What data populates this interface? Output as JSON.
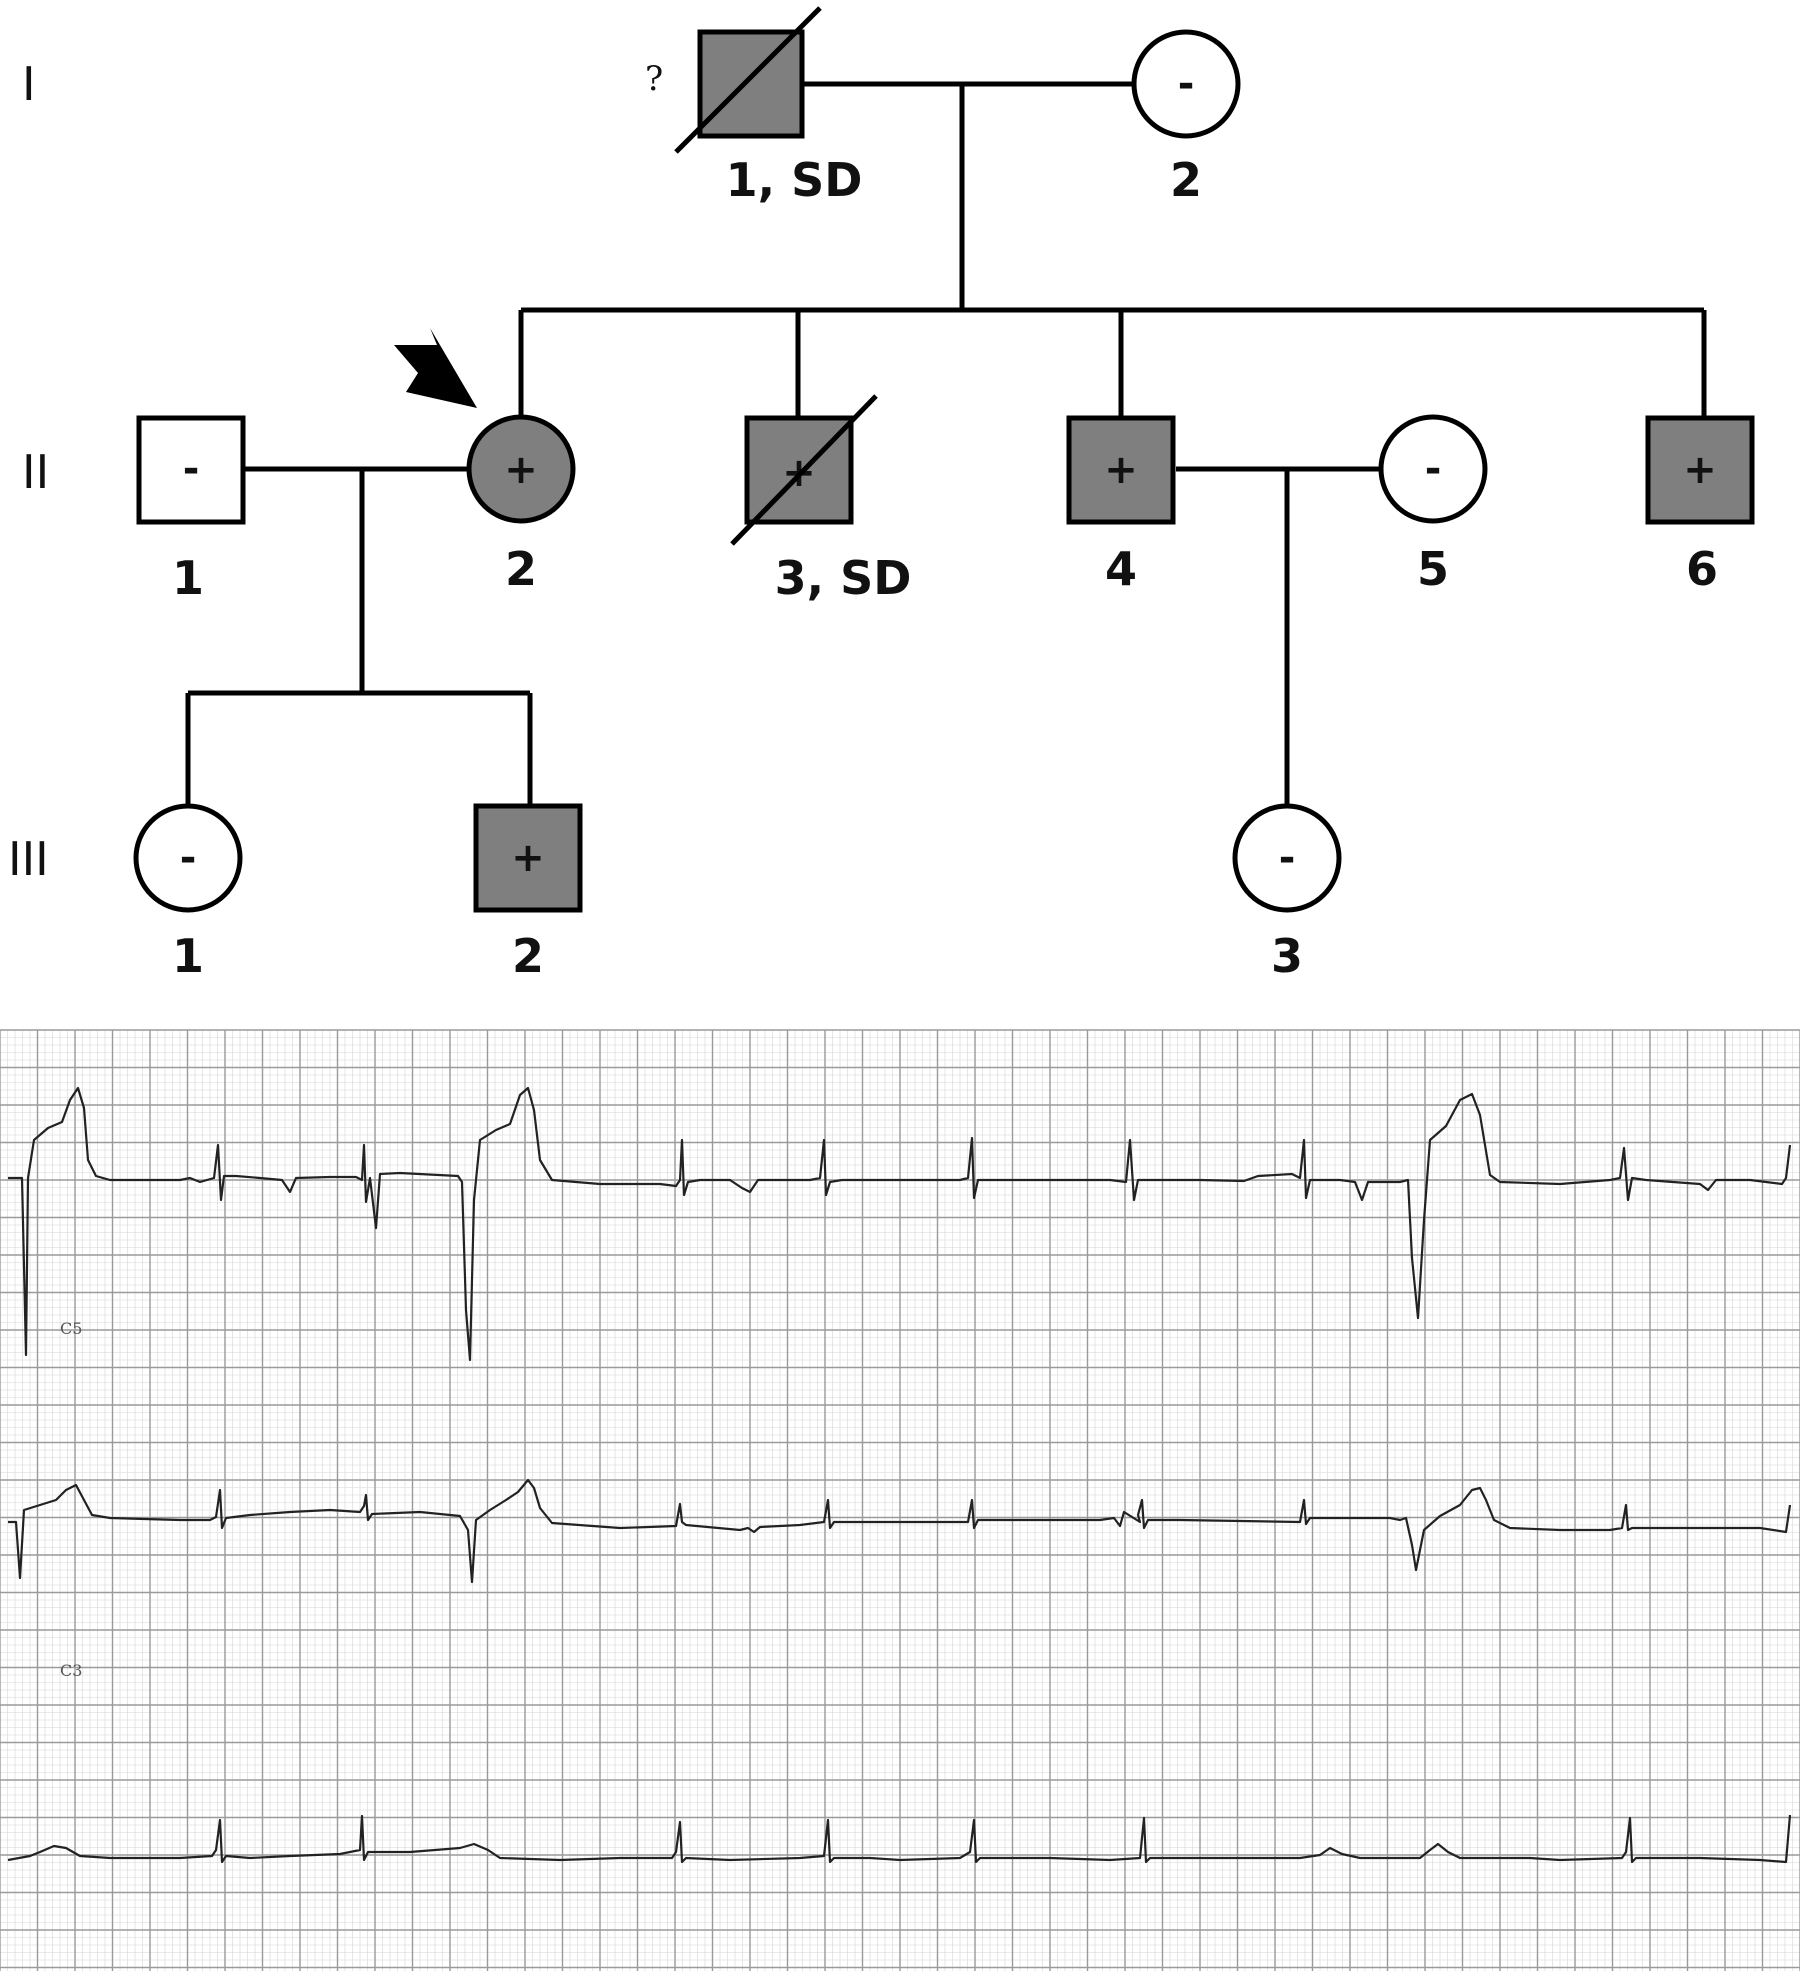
{
  "pedigree": {
    "generations": [
      {
        "label": "I"
      },
      {
        "label": "II"
      },
      {
        "label": "III"
      }
    ],
    "individuals": {
      "I1": {
        "label": "1, SD",
        "sex": "male",
        "affected": true,
        "deceased": true,
        "status": "",
        "note": "?"
      },
      "I2": {
        "label": "2",
        "sex": "female",
        "affected": false,
        "deceased": false,
        "status": "-"
      },
      "II1": {
        "label": "1",
        "sex": "male",
        "affected": false,
        "deceased": false,
        "status": "-"
      },
      "II2": {
        "label": "2",
        "sex": "female",
        "affected": true,
        "deceased": false,
        "status": "+",
        "proband": true
      },
      "II3": {
        "label": "3, SD",
        "sex": "male",
        "affected": true,
        "deceased": true,
        "status": "+"
      },
      "II4": {
        "label": "4",
        "sex": "male",
        "affected": true,
        "deceased": false,
        "status": "+"
      },
      "II5": {
        "label": "5",
        "sex": "female",
        "affected": false,
        "deceased": false,
        "status": "-"
      },
      "II6": {
        "label": "6",
        "sex": "male",
        "affected": true,
        "deceased": false,
        "status": "+"
      },
      "III1": {
        "label": "1",
        "sex": "female",
        "affected": false,
        "deceased": false,
        "status": "-"
      },
      "III2": {
        "label": "2",
        "sex": "male",
        "affected": true,
        "deceased": false,
        "status": "+"
      },
      "III3": {
        "label": "3",
        "sex": "female",
        "affected": false,
        "deceased": false,
        "status": "-"
      }
    }
  },
  "ecg": {
    "lead_labels": [
      "C5",
      "C3"
    ]
  },
  "colors": {
    "affected_fill": "#7f7f7f",
    "unaffected_fill": "#ffffff",
    "ink": "#000000",
    "grid_major": "#9a9a9a",
    "grid_minor": "#d6d6d6",
    "trace": "#222222"
  }
}
